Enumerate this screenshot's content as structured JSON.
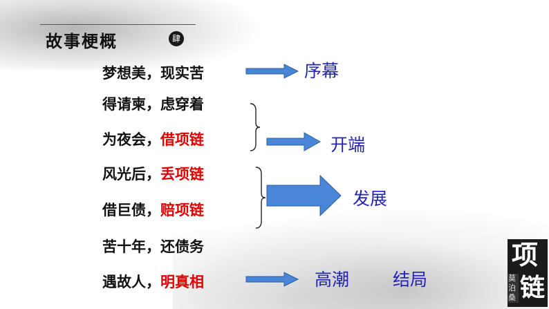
{
  "title": "故事梗概",
  "title_badge": "肆",
  "lines": [
    {
      "a": "梦想美，现实苦",
      "b": ""
    },
    {
      "a": "得请柬，虑穿着",
      "b": ""
    },
    {
      "a": "为夜会，",
      "b": "借项链"
    },
    {
      "a": "风光后，",
      "b": "丢项链"
    },
    {
      "a": "借巨债，",
      "b": "赔项链"
    },
    {
      "a": "苦十年，还债务",
      "b": ""
    },
    {
      "a": "遇故人，",
      "b": "明真相"
    }
  ],
  "labels": {
    "prologue": "序幕",
    "beginning": "开端",
    "development": "发展",
    "climax": "高潮",
    "ending": "结局"
  },
  "logo": {
    "big1": "项",
    "big2": "链",
    "small": "莫泊桑"
  },
  "colors": {
    "accent_red": "#e00000",
    "label_blue": "#2323b8",
    "arrow_blue": "#4a86d8"
  }
}
